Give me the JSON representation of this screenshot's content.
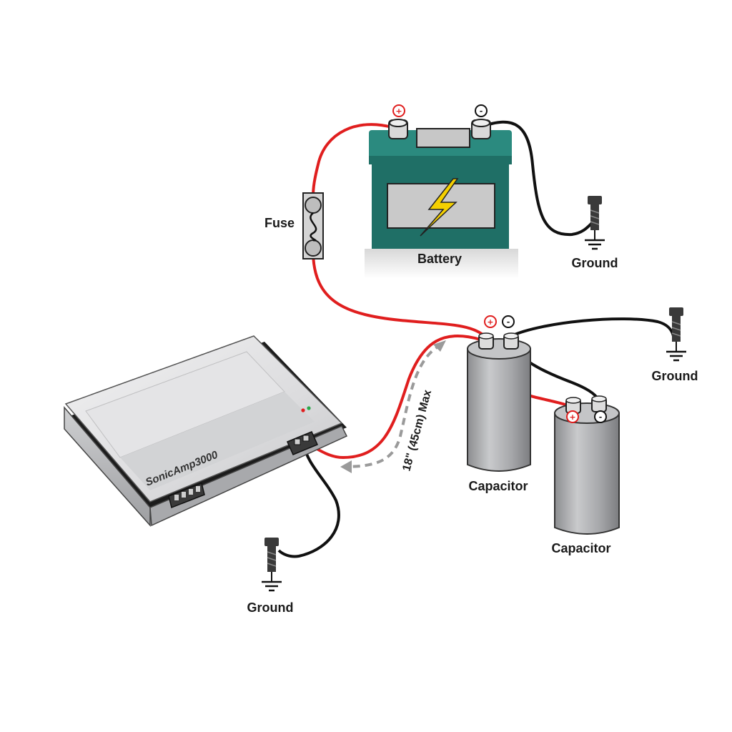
{
  "labels": {
    "fuse": "Fuse",
    "battery": "Battery",
    "ground_battery": "Ground",
    "ground_capacitor": "Ground",
    "ground_amplifier": "Ground",
    "capacitor_1": "Capacitor",
    "capacitor_2": "Capacitor",
    "amplifier": "SonicAmp3000",
    "distance": "18\" (45cm) Max"
  },
  "terminal_signs": {
    "positive": "+",
    "negative": "-"
  },
  "colors": {
    "positive_wire": "#e01e1e",
    "negative_wire": "#111111",
    "battery_body": "#1f6f66",
    "battery_lid": "#2b8a7f",
    "bolt": "#3a3a3a",
    "lightning": "#f5d000",
    "capacitor_body": "#a9aaad",
    "amplifier_body": "#d6d7d9",
    "distance_arrow": "#9a9a9a"
  }
}
